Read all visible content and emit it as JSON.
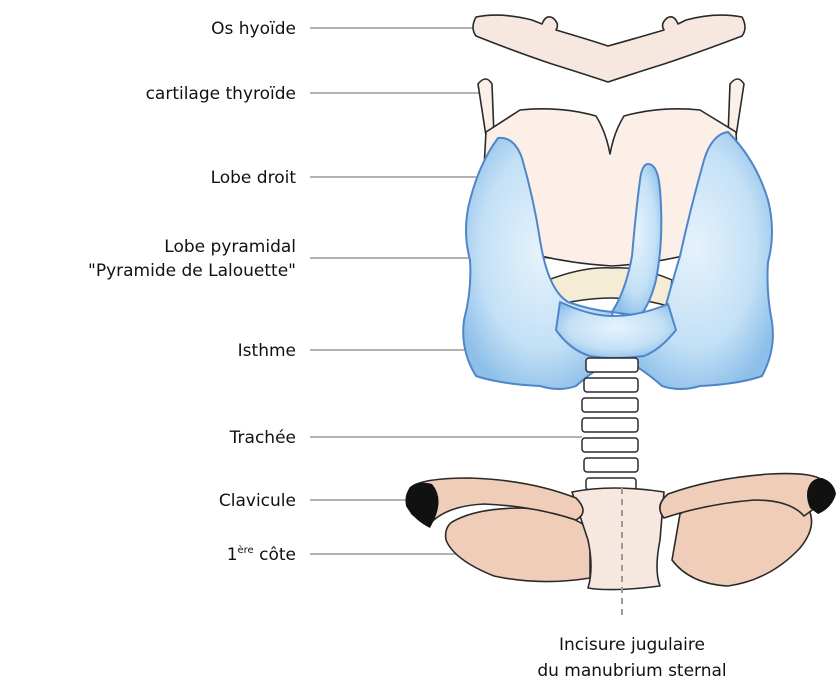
{
  "labels": {
    "hyoid": "Os hyoïde",
    "thyroid_cartilage": "cartilage thyroïde",
    "right_lobe": "Lobe droit",
    "pyramidal_lobe_line1": "Lobe pyramidal",
    "pyramidal_lobe_line2": "\"Pyramide de Lalouette\"",
    "isthmus": "Isthme",
    "trachea": "Trachée",
    "clavicle": "Clavicule",
    "first_rib_num": "1",
    "first_rib_sup": "ère",
    "first_rib_word": " côte",
    "notch_line1": "Incisure jugulaire",
    "notch_line2": "du manubrium sternal"
  },
  "colors": {
    "thyroid_fill_light": "#d6ebf9",
    "thyroid_fill_dark": "#8dbfe9",
    "thyroid_stroke": "#4f86c9",
    "bone_fill": "#f7e8df",
    "rib_fill": "#efcdb9",
    "leader_line": "#9a9a9a",
    "clavicle_cap": "#111111"
  }
}
